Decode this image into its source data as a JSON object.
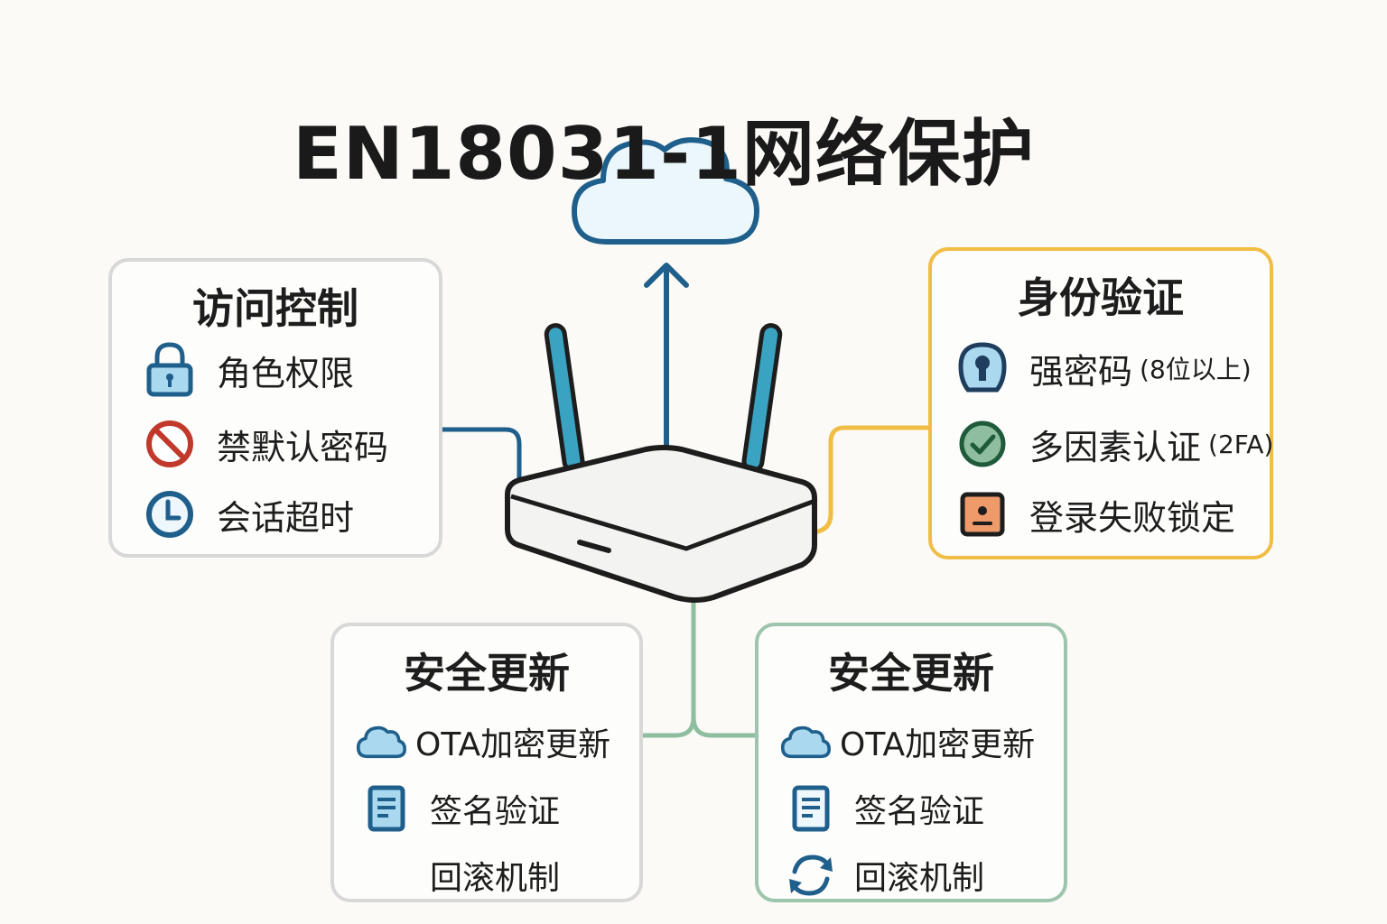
{
  "title": "EN18031-1网络保护",
  "panels": {
    "access": {
      "title": "访问控制",
      "items": [
        {
          "label": "角色权限",
          "icon": "padlock-icon"
        },
        {
          "label": "禁默认密码",
          "icon": "prohibited-icon"
        },
        {
          "label": "会话超时",
          "icon": "clock-icon"
        }
      ]
    },
    "auth": {
      "title": "身份验证",
      "items": [
        {
          "label": "强密码",
          "note": "(8位以上)",
          "icon": "keyhole-icon"
        },
        {
          "label": "多因素认证",
          "note": "(2FA)",
          "icon": "check-circle-icon"
        },
        {
          "label": "登录失败锁定",
          "icon": "lockout-user-icon"
        }
      ]
    },
    "update_left": {
      "title": "安全更新",
      "items": [
        {
          "label": "OTA加密更新",
          "icon": "cloud-icon"
        },
        {
          "label": "签名验证",
          "icon": "document-icon"
        },
        {
          "label": "回滚机制"
        }
      ]
    },
    "update_right": {
      "title": "安全更新",
      "items": [
        {
          "label": "OTA加密更新",
          "icon": "cloud-icon"
        },
        {
          "label": "签名验证",
          "icon": "document-icon"
        },
        {
          "label": "回滚机制",
          "icon": "refresh-icon"
        }
      ]
    }
  },
  "colors": {
    "blue": "#1f5f8b",
    "sky": "#a9d8ef",
    "teal": "#3aa3c2",
    "orange": "#f1bd45",
    "green": "#8ebd9f",
    "red": "#c0392b"
  }
}
